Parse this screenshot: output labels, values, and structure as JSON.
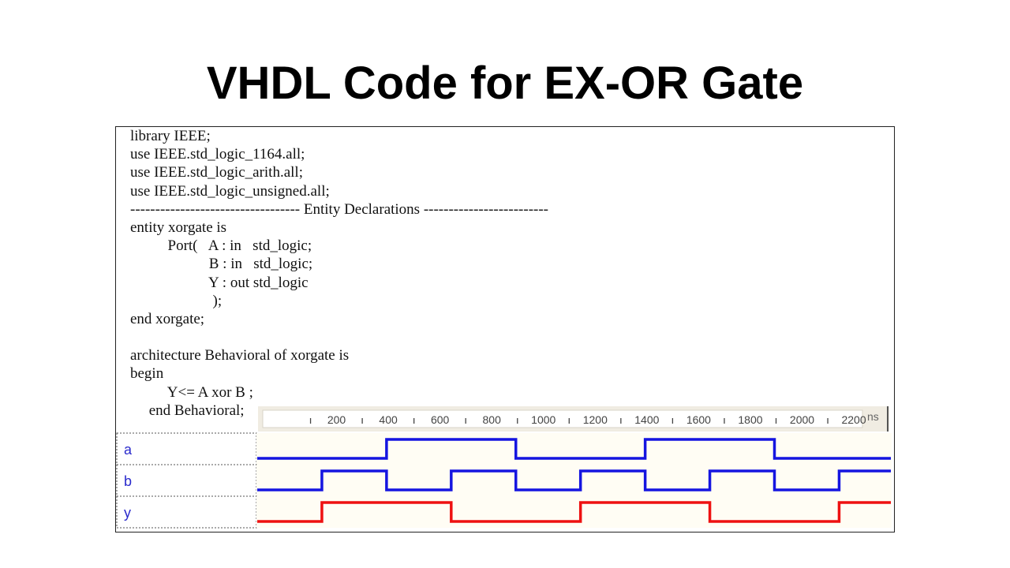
{
  "title": "VHDL Code for EX-OR Gate",
  "code_lines": [
    "library IEEE;",
    "use IEEE.std_logic_1164.all;",
    "use IEEE.std_logic_arith.all;",
    "use IEEE.std_logic_unsigned.all;",
    "---------------------------------- Entity Declarations -------------------------",
    "entity xorgate is",
    "          Port(   A : in   std_logic;",
    "                     B : in   std_logic;",
    "                     Y : out std_logic",
    "                      );",
    "end xorgate;",
    "",
    "architecture Behavioral of xorgate is",
    "begin",
    "          Y<= A xor B ;",
    "     end Behavioral;"
  ],
  "waveform": {
    "time_unit": "ns",
    "time_ticks": [
      "200",
      "400",
      "600",
      "800",
      "1000",
      "1200",
      "1400",
      "1600",
      "1800",
      "2000",
      "2200"
    ],
    "signals": [
      {
        "name": "a",
        "color": "#1515e0",
        "transitions_ns": [
          0,
          500,
          1000,
          1500,
          2000,
          2450
        ],
        "levels": [
          0,
          1,
          0,
          1,
          0
        ]
      },
      {
        "name": "b",
        "color": "#1515e0",
        "transitions_ns": [
          0,
          250,
          500,
          750,
          1000,
          1250,
          1500,
          1750,
          2000,
          2250,
          2450
        ],
        "levels": [
          0,
          1,
          0,
          1,
          0,
          1,
          0,
          1,
          0,
          1
        ]
      },
      {
        "name": "y",
        "color": "#ee1111",
        "transitions_ns": [
          0,
          250,
          750,
          1250,
          1750,
          2250,
          2450
        ],
        "levels": [
          0,
          1,
          0,
          1,
          0,
          1
        ]
      }
    ],
    "label_color": "#2a2acc",
    "timeline_bg": "#f0ece2",
    "trace_bg": "#fffdf4"
  }
}
